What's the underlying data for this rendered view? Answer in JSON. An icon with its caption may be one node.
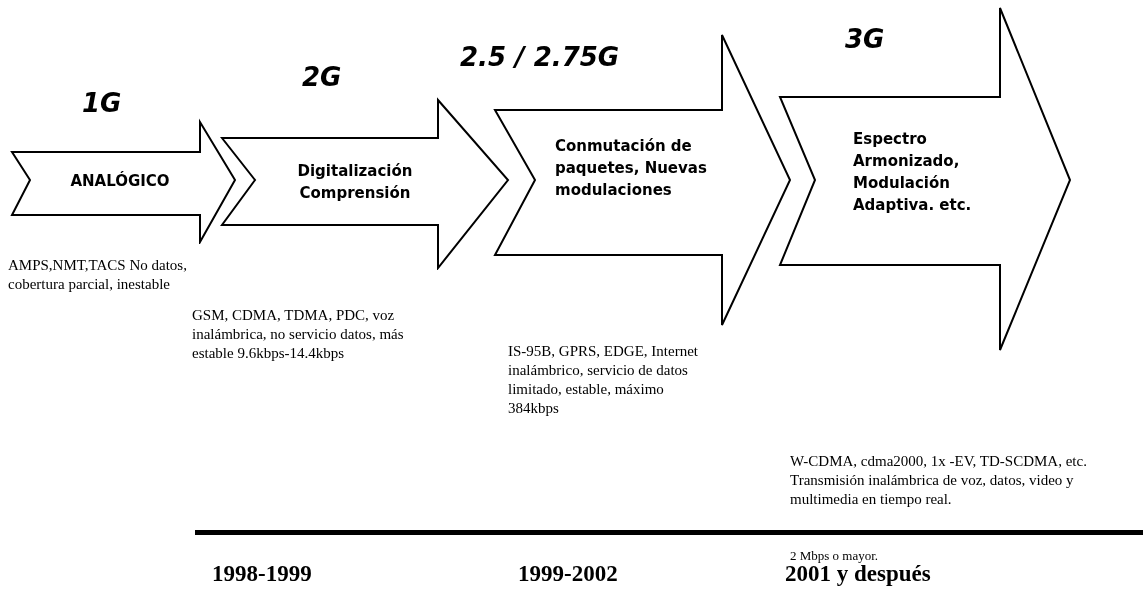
{
  "diagram": {
    "nodes": [
      {
        "text": [
          "1G",
          "ANALÓGICO"
        ],
        "beside": [
          "AMPS,NMT,TACS No datos, cobertura parcial, inestable"
        ]
      },
      {
        "text": [
          "2G",
          "Digitalización Comprensión"
        ],
        "beside": [
          "GSM, CDMA, TDMA, PDC, voz inalámbrica, no servicio datos, más estable 9.6kbps-14.4kbps"
        ]
      },
      {
        "text": [
          "2.5 / 2.75G",
          "Conmutación de paquetes, Nuevas modulaciones"
        ],
        "beside": [
          "IS-95B, GPRS, EDGE, Internet inalámbrico, servicio de datos limitado, estable, máximo 384kbps"
        ]
      },
      {
        "text": [
          "3G",
          "Espectro Armonizado, Modulación Adaptiva. etc."
        ],
        "beside": [
          "W-CDMA, cdma2000, 1x -EV, TD-SCDMA, etc. Transmisión inalámbrica de voz, datos, video y multimedia en tiempo real.",
          "2 Mbps o mayor."
        ]
      }
    ],
    "labels": [
      "1998-1999",
      "1999-2002",
      "2001 y después"
    ]
  }
}
